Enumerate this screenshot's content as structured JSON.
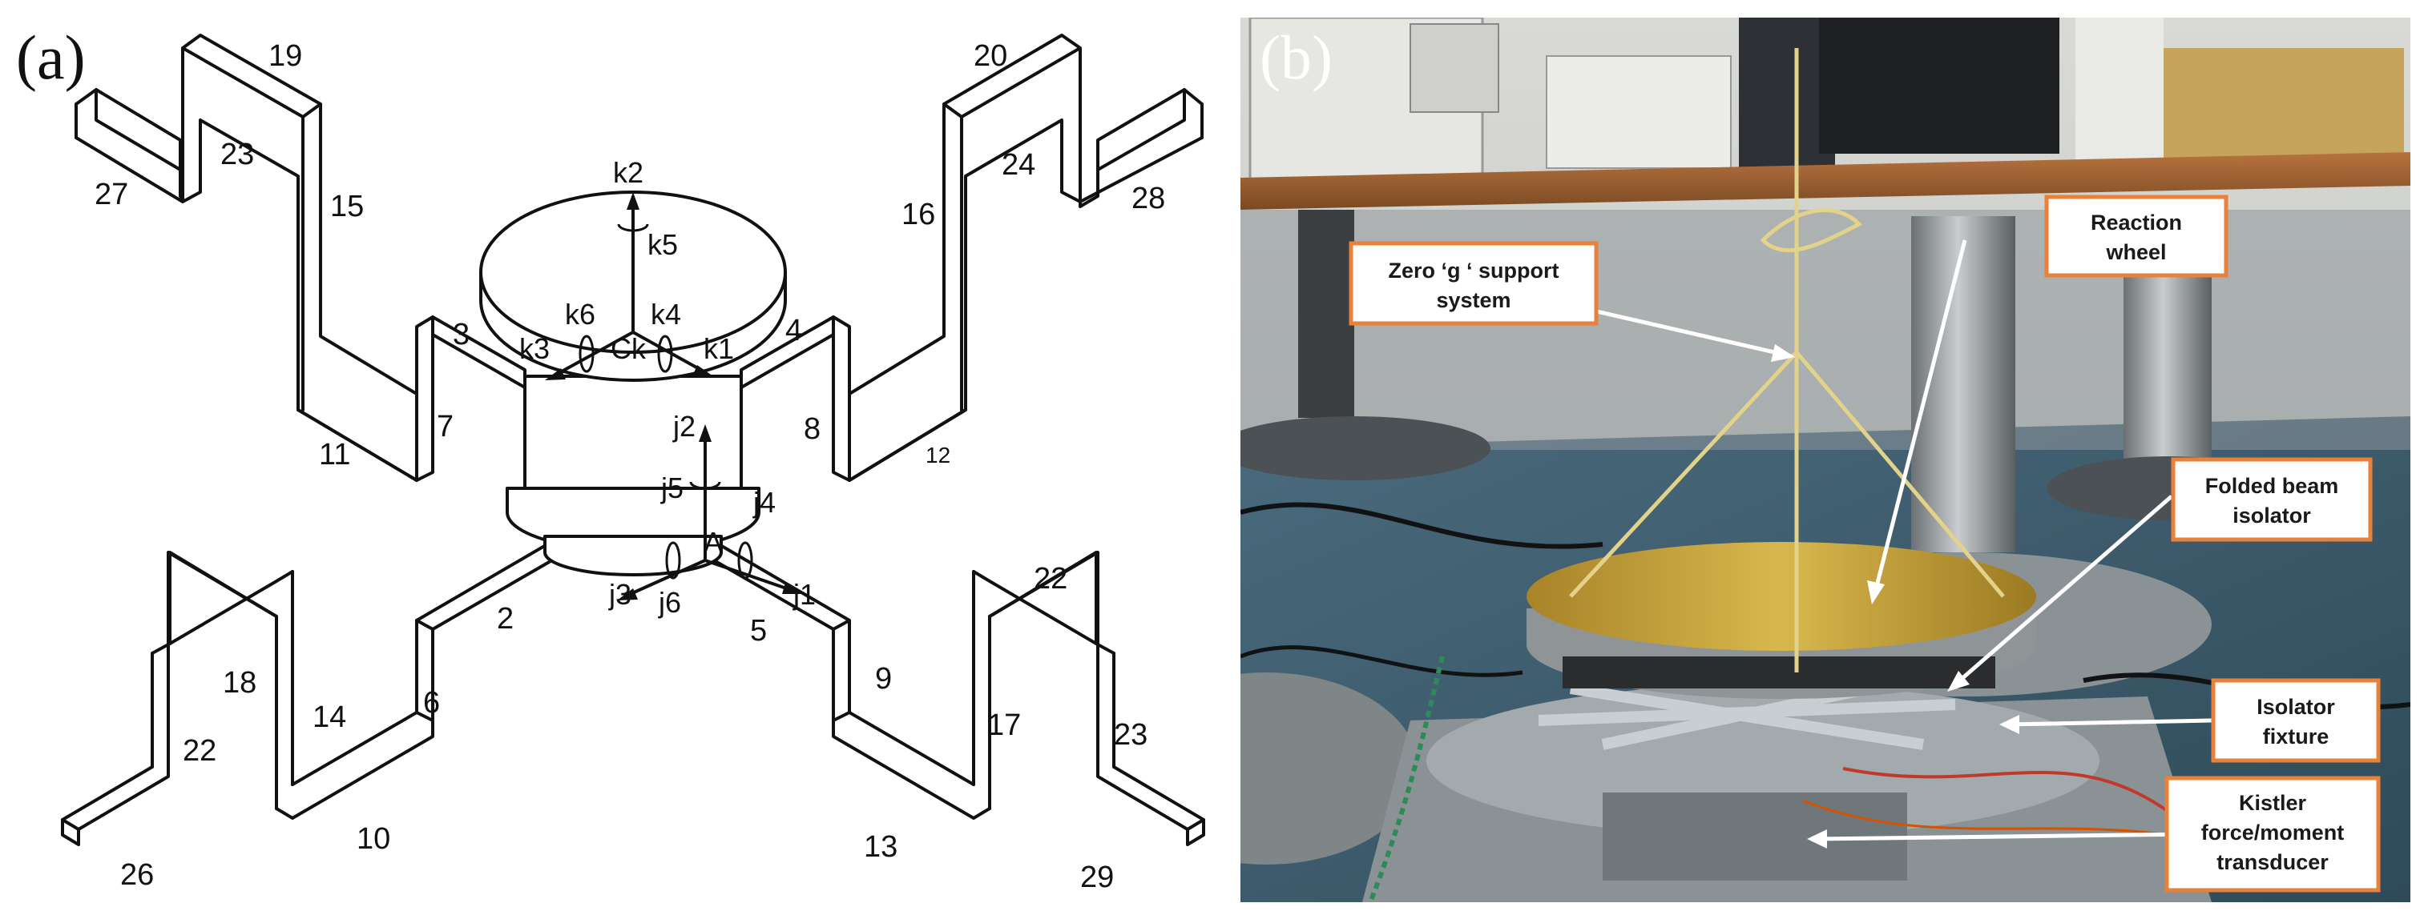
{
  "panel_a": {
    "label": "(a)",
    "beam_numbers": [
      "19",
      "23",
      "27",
      "15",
      "11",
      "7",
      "3",
      "20",
      "24",
      "28",
      "16",
      "4",
      "8",
      "12",
      "18",
      "22",
      "26",
      "14",
      "10",
      "6",
      "2",
      "5",
      "9",
      "13",
      "17",
      "22",
      "23",
      "29"
    ],
    "beam_numbers_named": {
      "n19": "19",
      "n23_tl": "23",
      "n27": "27",
      "n15": "15",
      "n11": "11",
      "n7": "7",
      "n3": "3",
      "n20": "20",
      "n24": "24",
      "n28": "28",
      "n16": "16",
      "n4": "4",
      "n8": "8",
      "n12": "12",
      "n18": "18",
      "n22_bl": "22",
      "n26": "26",
      "n14": "14",
      "n10": "10",
      "n6": "6",
      "n2": "2",
      "n5": "5",
      "n9": "9",
      "n13": "13",
      "n17": "17",
      "n22_br": "22",
      "n23_br": "23",
      "n29": "29"
    },
    "axis_labels": {
      "k2": "k2",
      "k5": "k5",
      "k6": "k6",
      "k4": "k4",
      "k3": "k3",
      "k1": "k1",
      "ck": "Ck",
      "j2": "j2",
      "j5": "j5",
      "j4": "j4",
      "a": "A",
      "j3": "j3",
      "j6": "j6",
      "j1": "j1"
    }
  },
  "panel_b": {
    "label": "(b)",
    "callouts": {
      "zero_g": [
        "Zero ‘g ‘ support",
        "system"
      ],
      "reaction_wheel": [
        "Reaction",
        "wheel"
      ],
      "folded_beam": [
        "Folded beam",
        "isolator"
      ],
      "isolator_fixture": [
        "Isolator",
        "fixture"
      ],
      "kistler": [
        "Kistler",
        "force/moment",
        "transducer"
      ]
    },
    "colors": {
      "callout_border": "#e8823a",
      "wheel_gold": "#c9a53a",
      "floor_blue": "#3d5f73"
    }
  }
}
